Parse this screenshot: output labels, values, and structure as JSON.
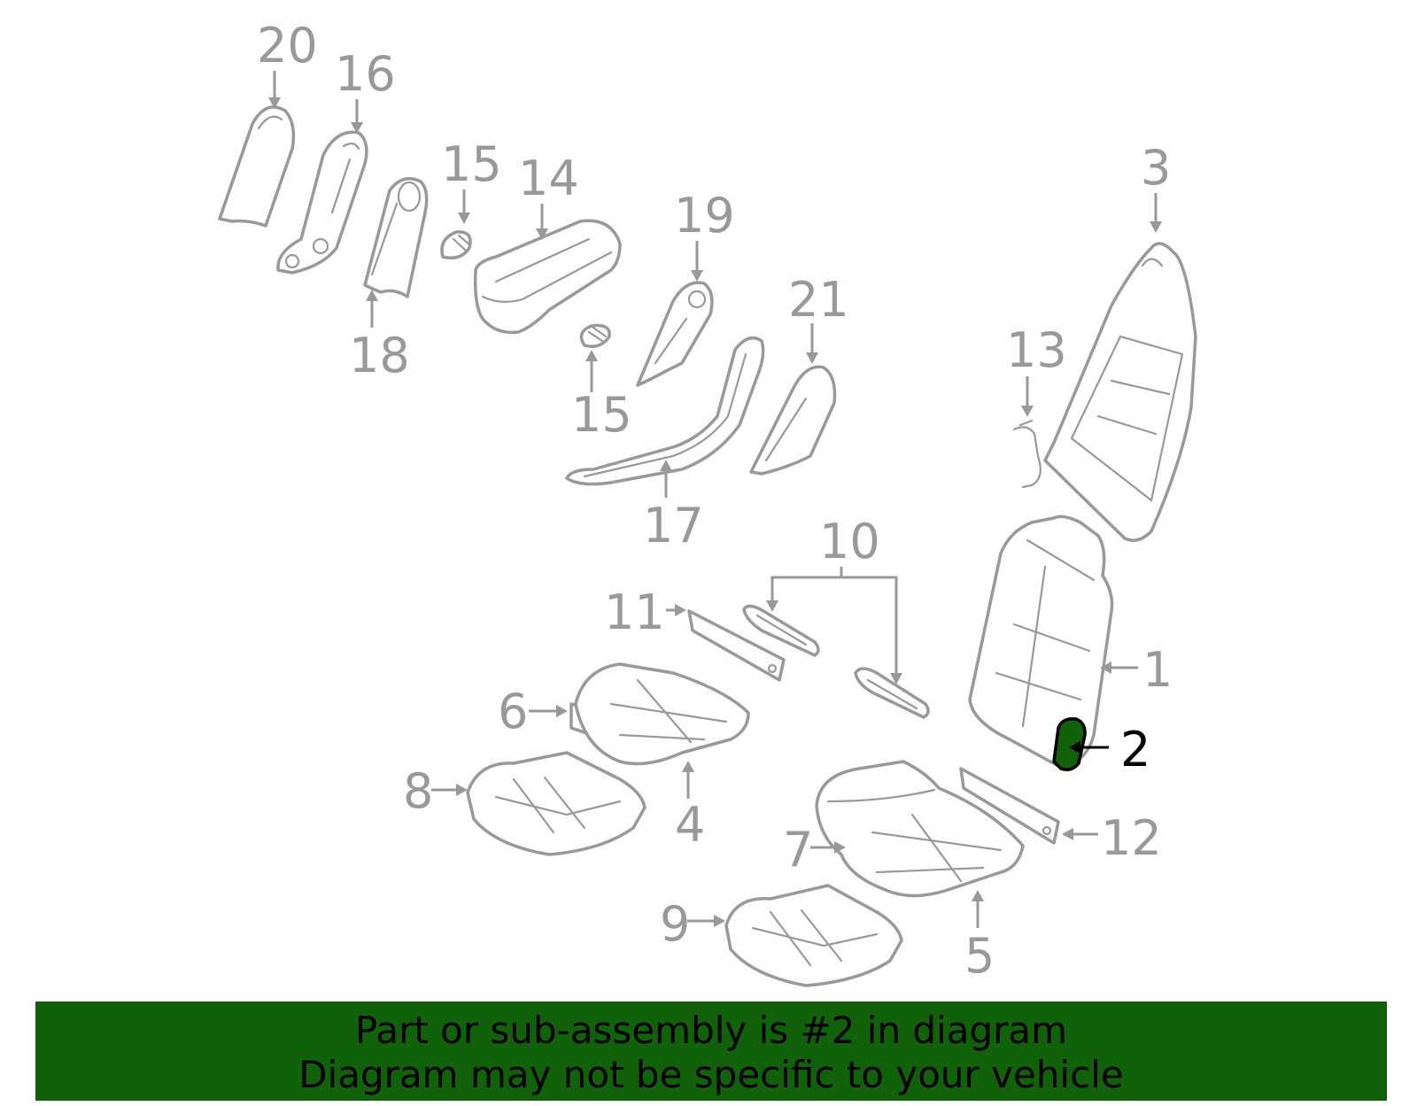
{
  "diagram": {
    "highlight_color": "#10610a",
    "line_color": "#999999",
    "callouts": [
      {
        "id": "c20",
        "label": "20"
      },
      {
        "id": "c16",
        "label": "16"
      },
      {
        "id": "c15a",
        "label": "15"
      },
      {
        "id": "c14",
        "label": "14"
      },
      {
        "id": "c19",
        "label": "19"
      },
      {
        "id": "c3",
        "label": "3"
      },
      {
        "id": "c18",
        "label": "18"
      },
      {
        "id": "c13",
        "label": "13"
      },
      {
        "id": "c21",
        "label": "21"
      },
      {
        "id": "c15b",
        "label": "15"
      },
      {
        "id": "c17",
        "label": "17"
      },
      {
        "id": "c10",
        "label": "10"
      },
      {
        "id": "c11",
        "label": "11"
      },
      {
        "id": "c1",
        "label": "1"
      },
      {
        "id": "c6",
        "label": "6"
      },
      {
        "id": "c2",
        "label": "2"
      },
      {
        "id": "c8",
        "label": "8"
      },
      {
        "id": "c4",
        "label": "4"
      },
      {
        "id": "c12",
        "label": "12"
      },
      {
        "id": "c7",
        "label": "7"
      },
      {
        "id": "c9",
        "label": "9"
      },
      {
        "id": "c5",
        "label": "5"
      }
    ]
  },
  "banner": {
    "line1": "Part or sub-assembly is #2 in diagram",
    "line2": "Diagram may not be specific to your vehicle",
    "background": "#10610a"
  }
}
